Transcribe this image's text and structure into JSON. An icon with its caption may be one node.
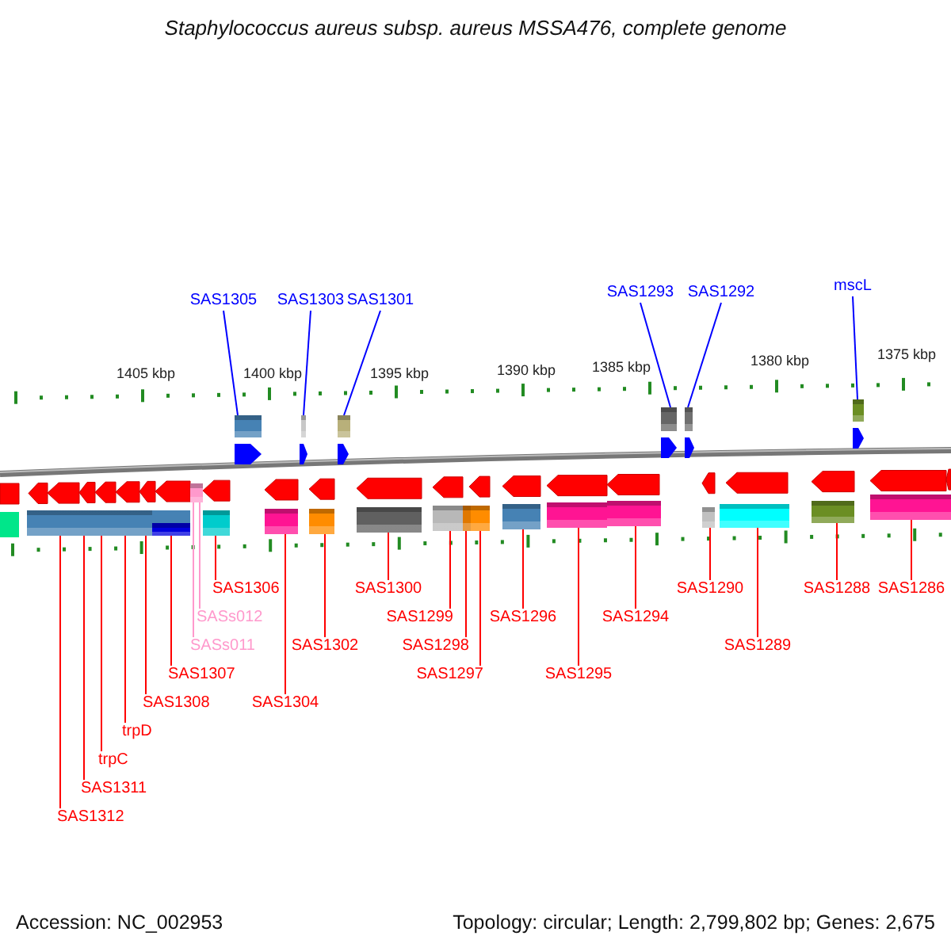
{
  "diagram": {
    "title": "Staphylococcus aureus subsp. aureus MSSA476, complete genome",
    "nodes": [
      {
        "text": [
          "SAS1305"
        ]
      },
      {
        "text": [],
        "shape": "bar"
      },
      {
        "text": [
          "SAS1303"
        ]
      },
      {
        "text": [],
        "shape": "bar"
      },
      {
        "text": [
          "SAS1301"
        ]
      },
      {
        "text": [],
        "shape": "bar"
      },
      {
        "text": [
          "SAS1293"
        ]
      },
      {
        "text": [],
        "shape": "bar"
      },
      {
        "text": [
          "SAS1292"
        ]
      },
      {
        "text": [],
        "shape": "bar"
      },
      {
        "text": [
          "mscL"
        ]
      },
      {
        "text": [],
        "shape": "bar"
      },
      {
        "text": [
          "SAS1312"
        ]
      },
      {
        "text": [],
        "shape": "bar"
      },
      {
        "text": [
          "SAS1311"
        ]
      },
      {
        "text": [],
        "shape": "bar"
      },
      {
        "text": [
          "trpC"
        ]
      },
      {
        "text": [],
        "shape": "bar"
      },
      {
        "text": [
          "trpD"
        ]
      },
      {
        "text": [],
        "shape": "bar"
      },
      {
        "text": [
          "SAS1308"
        ]
      },
      {
        "text": [],
        "shape": "bar"
      },
      {
        "text": [
          "SAS1307"
        ]
      },
      {
        "text": [],
        "shape": "bar"
      },
      {
        "text": [
          "SASs011"
        ]
      },
      {
        "text": [],
        "shape": "bar"
      },
      {
        "text": [
          "SASs012"
        ]
      },
      {
        "text": [],
        "shape": "bar"
      },
      {
        "text": [
          "SAS1306"
        ]
      },
      {
        "text": [],
        "shape": "bar"
      },
      {
        "text": [
          "SAS1304"
        ]
      },
      {
        "text": [],
        "shape": "bar"
      },
      {
        "text": [
          "SAS1302"
        ]
      },
      {
        "text": [],
        "shape": "bar"
      },
      {
        "text": [
          "SAS1300"
        ]
      },
      {
        "text": [],
        "shape": "bar"
      },
      {
        "text": [
          "SAS1299"
        ]
      },
      {
        "text": [],
        "shape": "bar"
      },
      {
        "text": [
          "SAS1298"
        ]
      },
      {
        "text": [],
        "shape": "bar"
      },
      {
        "text": [
          "SAS1297"
        ]
      },
      {
        "text": [],
        "shape": "bar"
      },
      {
        "text": [
          "SAS1296"
        ]
      },
      {
        "text": [],
        "shape": "bar"
      },
      {
        "text": [
          "SAS1295"
        ]
      },
      {
        "text": [],
        "shape": "bar"
      },
      {
        "text": [
          "SAS1294"
        ]
      },
      {
        "text": [],
        "shape": "bar"
      },
      {
        "text": [
          "SAS1290"
        ]
      },
      {
        "text": [],
        "shape": "bar"
      },
      {
        "text": [
          "SAS1289"
        ]
      },
      {
        "text": [],
        "shape": "bar"
      },
      {
        "text": [
          "SAS1288"
        ]
      },
      {
        "text": [],
        "shape": "bar"
      },
      {
        "text": [
          "SAS1286"
        ]
      },
      {
        "text": [],
        "shape": "bar"
      }
    ],
    "edges": [
      {
        "from": 0,
        "to": 1,
        "arrow": "none",
        "color": "#0000ff"
      },
      {
        "from": 2,
        "to": 3,
        "arrow": "none",
        "color": "#0000ff"
      },
      {
        "from": 4,
        "to": 5,
        "arrow": "none",
        "color": "#0000ff"
      },
      {
        "from": 6,
        "to": 7,
        "arrow": "none",
        "color": "#0000ff"
      },
      {
        "from": 8,
        "to": 9,
        "arrow": "none",
        "color": "#0000ff"
      },
      {
        "from": 10,
        "to": 11,
        "arrow": "none",
        "color": "#0000ff"
      },
      {
        "from": 12,
        "to": 13,
        "arrow": "none"
      },
      {
        "from": 14,
        "to": 15,
        "arrow": "none"
      },
      {
        "from": 16,
        "to": 17,
        "arrow": "none"
      },
      {
        "from": 18,
        "to": 19,
        "arrow": "none"
      },
      {
        "from": 20,
        "to": 21,
        "arrow": "none"
      },
      {
        "from": 22,
        "to": 23,
        "arrow": "none"
      },
      {
        "from": 24,
        "to": 25,
        "arrow": "none",
        "color": "#ff99cc"
      },
      {
        "from": 26,
        "to": 27,
        "arrow": "none",
        "color": "#ff99cc"
      },
      {
        "from": 28,
        "to": 29,
        "arrow": "none"
      },
      {
        "from": 30,
        "to": 31,
        "arrow": "none"
      },
      {
        "from": 32,
        "to": 33,
        "arrow": "none"
      },
      {
        "from": 34,
        "to": 35,
        "arrow": "none"
      },
      {
        "from": 36,
        "to": 37,
        "arrow": "none"
      },
      {
        "from": 38,
        "to": 39,
        "arrow": "none"
      },
      {
        "from": 40,
        "to": 41,
        "arrow": "none"
      },
      {
        "from": 42,
        "to": 43,
        "arrow": "none"
      },
      {
        "from": 44,
        "to": 45,
        "arrow": "none"
      },
      {
        "from": 46,
        "to": 47,
        "arrow": "none"
      },
      {
        "from": 48,
        "to": 49,
        "arrow": "none"
      },
      {
        "from": 50,
        "to": 51,
        "arrow": "none"
      },
      {
        "from": 52,
        "to": 53,
        "arrow": "none"
      },
      {
        "from": 54,
        "to": 55,
        "arrow": "none"
      }
    ],
    "labels": [
      "1405 kbp",
      "1400 kbp",
      "1395 kbp",
      "1390 kbp",
      "1385 kbp",
      "1380 kbp",
      "1375 kbp",
      "Accession: NC_002953",
      "Topology: circular; Length: 2,799,802 bp; Genes: 2,675"
    ]
  }
}
